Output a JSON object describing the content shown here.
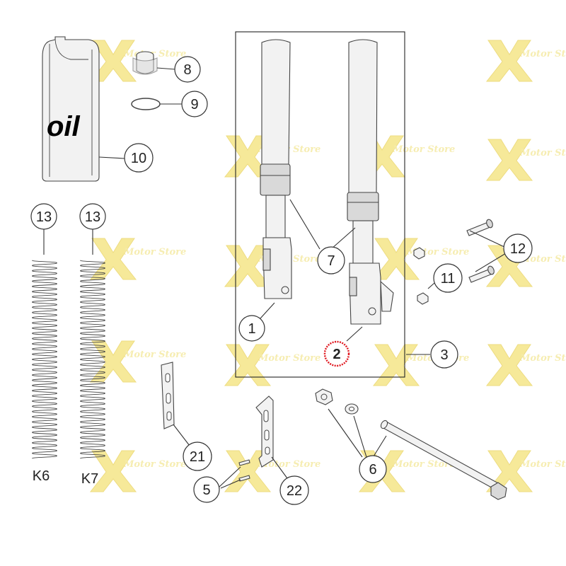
{
  "oil_label": "oil",
  "spring_labels": {
    "k6": "K6",
    "k7": "K7"
  },
  "callouts": {
    "c1": "1",
    "c2": "2",
    "c3": "3",
    "c5": "5",
    "c6": "6",
    "c7": "7",
    "c8": "8",
    "c9": "9",
    "c10": "10",
    "c11": "11",
    "c12": "12",
    "c13a": "13",
    "c13b": "13",
    "c21": "21",
    "c22": "22"
  },
  "colors": {
    "highlight": "#e01c24",
    "watermark_x": "#f3e27a",
    "line": "#333333",
    "part_fill": "#f2f2f2"
  },
  "watermark": {
    "text": "Motor Store",
    "icon": "x-logo-watermark"
  }
}
